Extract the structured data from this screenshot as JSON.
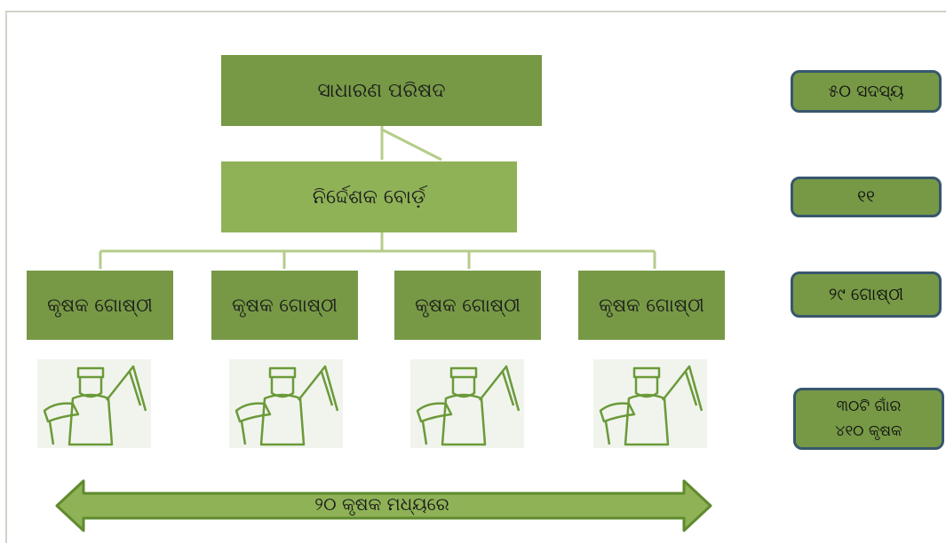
{
  "hierarchy": {
    "general_council": "ସାଧାରଣ ପରିଷଦ",
    "board_of_directors": "ନିର୍ଦ୍ଦେଶକ ବୋର୍ଡ଼",
    "farmer_groups": [
      "କୃଷକ ଗୋଷ୍ଠୀ",
      "କୃଷକ ଗୋଷ୍ଠୀ",
      "କୃଷକ ଗୋଷ୍ଠୀ",
      "କୃଷକ ଗୋଷ୍ଠୀ"
    ]
  },
  "side_labels": {
    "members": "୫୦ ସଦସ୍ୟ",
    "board_count": "୧୧",
    "group_count": "୨୯ ଗୋଷ୍ଠୀ",
    "villages": "୩୦ଟି ଗାଁର",
    "farmers": "୪୧୦ କୃଷକ"
  },
  "footer_arrow": "୨୦ କୃଷକ ମଧ୍ୟରେ",
  "colors": {
    "dark_green": "#779946",
    "mid_green": "#8fb257",
    "connector": "#b5cc8a",
    "pill_border": "#38576d",
    "farmer_icon": "#6b9a3a"
  },
  "icons": [
    "farmer-icon",
    "farmer-icon",
    "farmer-icon",
    "farmer-icon"
  ]
}
